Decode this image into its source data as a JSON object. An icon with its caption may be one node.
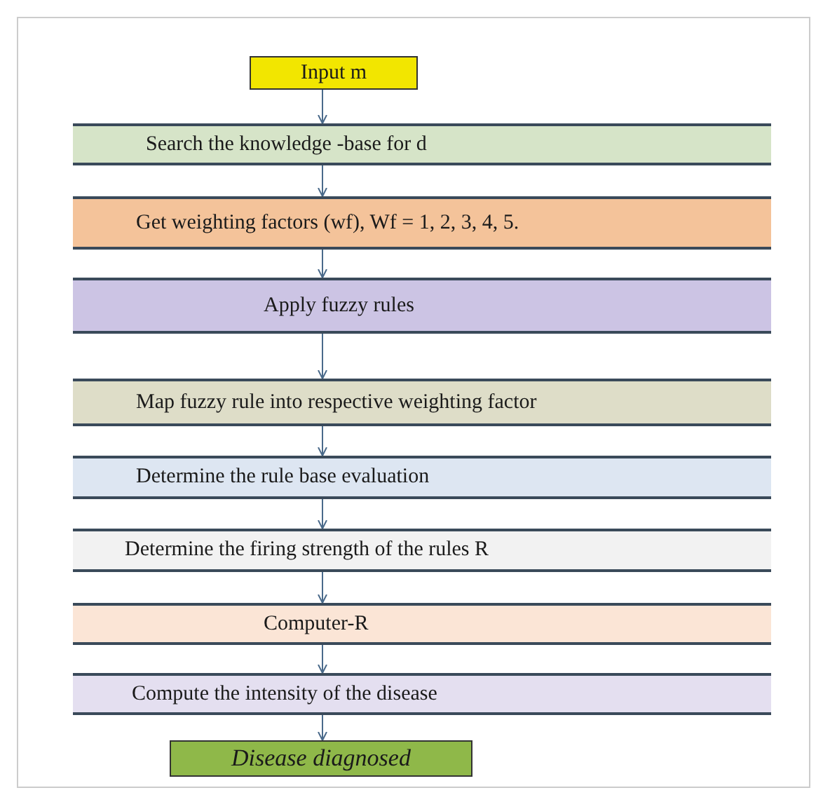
{
  "diagram": {
    "nodes": [
      {
        "text": [
          "Input m"
        ]
      },
      {
        "text": [
          "Search the knowledge -base for d"
        ]
      },
      {
        "text": [
          "Get weighting factors (wf), Wf = 1, 2, 3, 4, 5."
        ]
      },
      {
        "text": [
          "Apply fuzzy rules"
        ]
      },
      {
        "text": [
          "Map fuzzy rule into respective weighting factor"
        ]
      },
      {
        "text": [
          "Determine the rule base evaluation"
        ]
      },
      {
        "text": [
          "Determine the firing strength of the rules R"
        ]
      },
      {
        "text": [
          "Computer-R"
        ]
      },
      {
        "text": [
          "Compute the intensity of the disease"
        ]
      },
      {
        "text": [
          "Disease diagnosed"
        ]
      }
    ],
    "edges": [
      {
        "from": 0,
        "to": 1,
        "arrow": "to"
      },
      {
        "from": 1,
        "to": 2,
        "arrow": "to"
      },
      {
        "from": 2,
        "to": 3,
        "arrow": "to"
      },
      {
        "from": 3,
        "to": 4,
        "arrow": "to"
      },
      {
        "from": 4,
        "to": 5,
        "arrow": "to"
      },
      {
        "from": 5,
        "to": 6,
        "arrow": "to"
      },
      {
        "from": 6,
        "to": 7,
        "arrow": "to"
      },
      {
        "from": 7,
        "to": 8,
        "arrow": "to"
      },
      {
        "from": 8,
        "to": 9,
        "arrow": "to"
      }
    ]
  }
}
